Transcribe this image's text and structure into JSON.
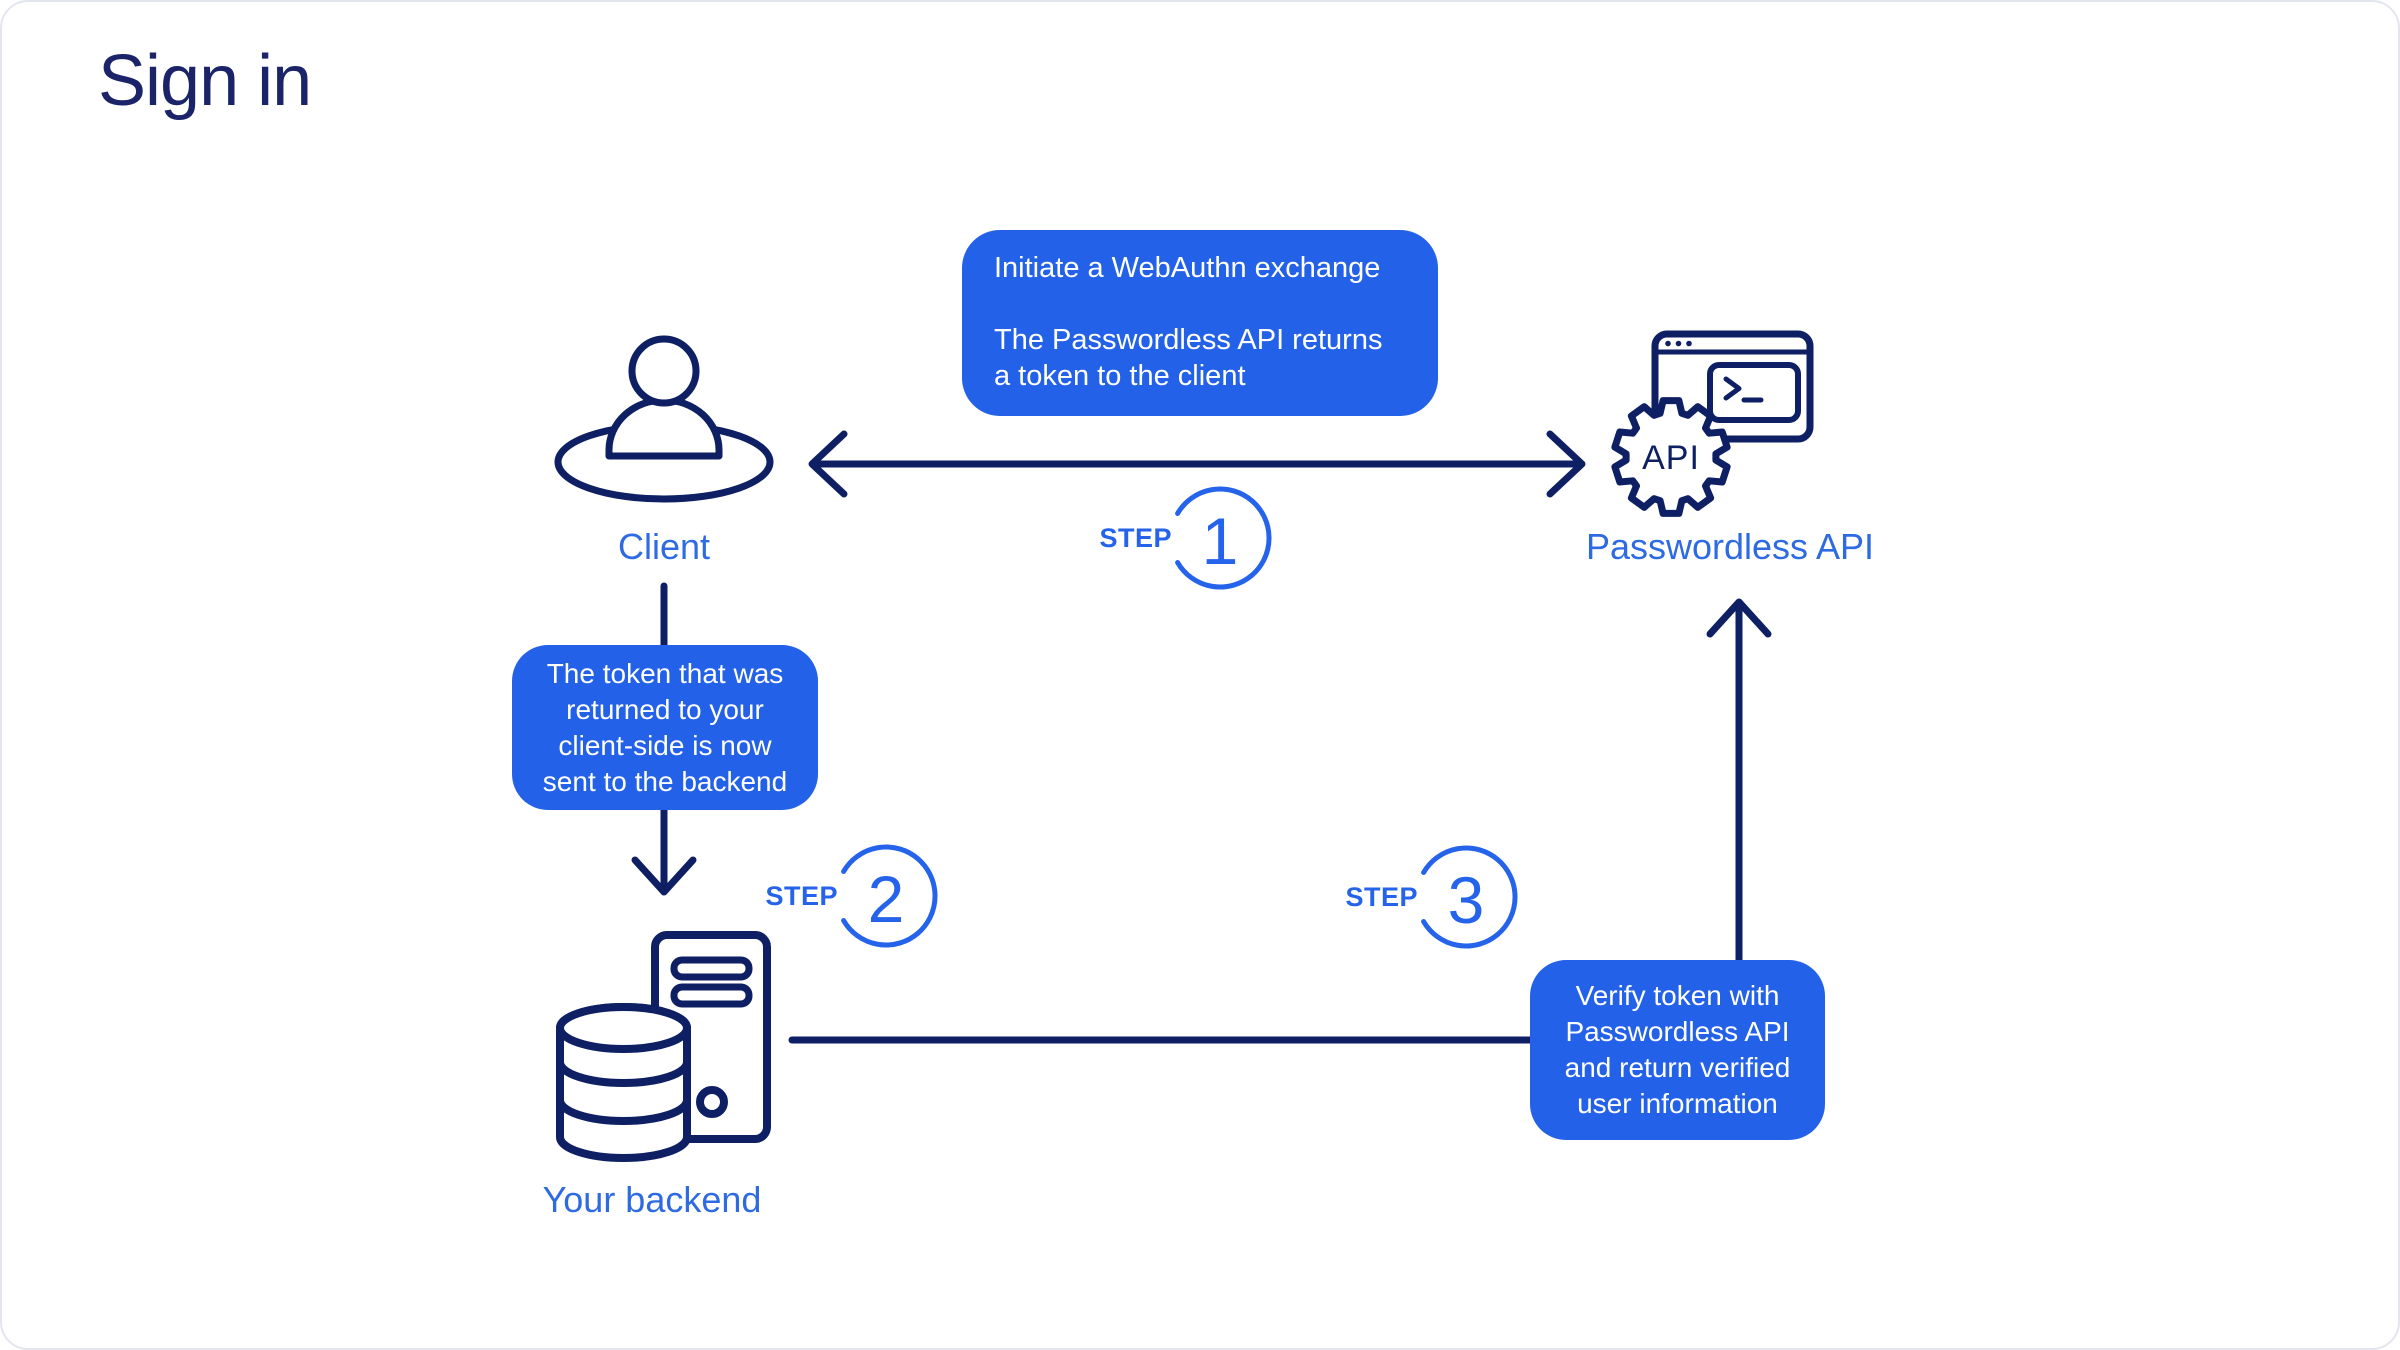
{
  "page": {
    "title": "Sign in"
  },
  "palette": {
    "background": "#ffffff",
    "navy_stroke": "#0e1f63",
    "title_navy": "#1b2468",
    "callout_blue": "#2361e8",
    "step_blue": "#2563eb",
    "label_blue": "#2e6be2",
    "callout_text": "#ffffff"
  },
  "nodes": {
    "client": {
      "label": "Client",
      "icon": "client-user-icon"
    },
    "api": {
      "label": "Passwordless API",
      "icon": "passwordless-api-icon",
      "gear_text": "API"
    },
    "backend": {
      "label": "Your backend",
      "icon": "backend-server-icon"
    }
  },
  "steps": [
    {
      "label": "STEP",
      "number": "1"
    },
    {
      "label": "STEP",
      "number": "2"
    },
    {
      "label": "STEP",
      "number": "3"
    }
  ],
  "callouts": {
    "exchange": {
      "text": "Initiate a WebAuthn exchange\n\nThe Passwordless API returns\na token to the client"
    },
    "token": {
      "text": "The token that was\nreturned to your\nclient-side is now\nsent to the backend"
    },
    "verify": {
      "text": "Verify token with\nPasswordless API\nand return verified\nuser information"
    }
  }
}
